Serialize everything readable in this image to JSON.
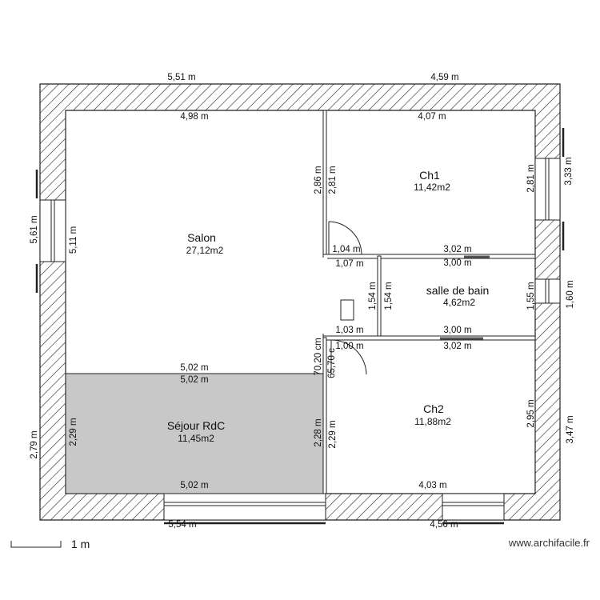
{
  "plan": {
    "rooms": [
      {
        "id": "salon",
        "name": "Salon",
        "area": "27,12m2"
      },
      {
        "id": "ch1",
        "name": "Ch1",
        "area": "11,42m2"
      },
      {
        "id": "sdb",
        "name": "salle de bain",
        "area": "4,62m2"
      },
      {
        "id": "ch2",
        "name": "Ch2",
        "area": "11,88m2"
      },
      {
        "id": "sejour",
        "name": "Séjour RdC",
        "area": "11,45m2"
      }
    ],
    "dimensions": {
      "top_left_ext": "5,51 m",
      "top_right_ext": "4,59 m",
      "salon_top": "4,98 m",
      "ch1_top": "4,07 m",
      "left_ext_top": "5,61 m",
      "salon_left": "5,11 m",
      "right_ext_top": "3,33 m",
      "ch1_right": "2,81 m",
      "ch1_left_a": "2,86 m",
      "ch1_left_b": "2,81 m",
      "door_ch1": "1,04 m",
      "ch1_bottom": "3,02 m",
      "hall_top": "1,07 m",
      "sdb_top": "3,00 m",
      "hall_left": "1,54 m",
      "sdb_left": "1,54 m",
      "sdb_right": "1,55 m",
      "right_ext_mid": "1,60 m",
      "hall_bottom": "1,03 m",
      "sdb_bottom": "3,00 m",
      "door_ch2": "1,00 m",
      "ch2_top": "3,02 m",
      "passage_a": "70,20 cm",
      "passage_b": "65,70 c",
      "salon_bottom": "5,02 m",
      "sejour_top": "5,02 m",
      "left_ext_bottom": "2,79 m",
      "sejour_left": "2,29 m",
      "sejour_right": "2,28 m",
      "ch2_left": "2,29 m",
      "ch2_right": "2,95 m",
      "right_ext_bottom": "3,47 m",
      "sejour_bottom": "5,02 m",
      "ch2_bottom": "4,03 m",
      "bottom_left_ext": "5,54 m",
      "bottom_right_ext": "4,56 m"
    }
  },
  "scale_label": "1 m",
  "brand": "www.archifacile.fr",
  "colors": {
    "wall_line": "#222222",
    "sejour_fill": "#c8c8c8",
    "window_blue": "#cfe3f2"
  }
}
